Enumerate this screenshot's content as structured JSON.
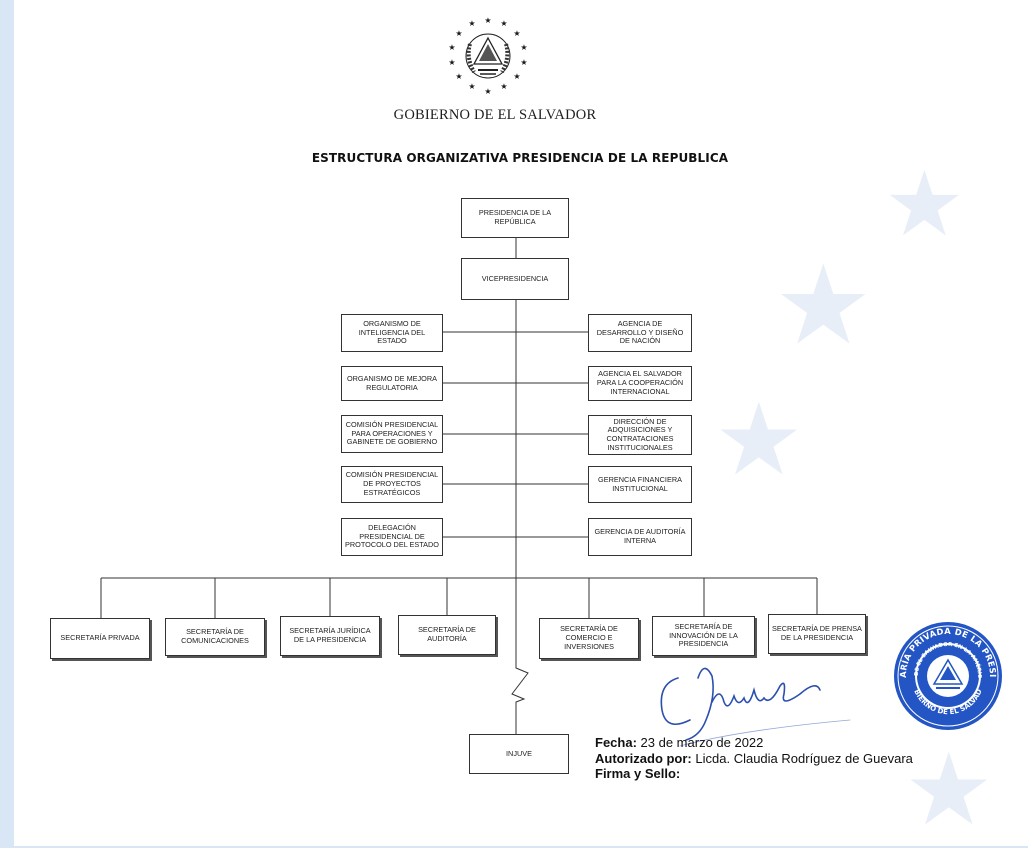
{
  "header": {
    "government": "GOBIERNO DE EL SALVADOR",
    "title": "ESTRUCTURA ORGANIZATIVA PRESIDENCIA DE LA REPUBLICA"
  },
  "org": {
    "presidency": "PRESIDENCIA DE LA REPÚBLICA",
    "vice": "VICEPRESIDENCIA",
    "left_units": [
      "ORGANISMO DE INTELIGENCIA DEL ESTADO",
      "ORGANISMO DE MEJORA REGULATORIA",
      "COMISIÓN PRESIDENCIAL PARA OPERACIONES Y GABINETE DE GOBIERNO",
      "COMISIÓN PRESIDENCIAL DE PROYECTOS ESTRATÉGICOS",
      "DELEGACIÓN PRESIDENCIAL DE PROTOCOLO DEL ESTADO"
    ],
    "right_units": [
      "AGENCIA DE DESARROLLO Y DISEÑO DE NACIÓN",
      "AGENCIA EL SALVADOR PARA LA COOPERACIÓN INTERNACIONAL",
      "DIRECCIÓN DE ADQUISICIONES Y CONTRATACIONES INSTITUCIONALES",
      "GERENCIA FINANCIERA INSTITUCIONAL",
      "GERENCIA DE AUDITORÍA INTERNA"
    ],
    "secretariats": [
      "SECRETARÍA PRIVADA",
      "SECRETARÍA DE COMUNICACIONES",
      "SECRETARÍA JURÍDICA DE LA PRESIDENCIA",
      "SECRETARÍA DE AUDITORÍA",
      "SECRETARÍA DE COMERCIO E INVERSIONES",
      "SECRETARÍA DE INNOVACIÓN DE LA PRESIDENCIA",
      "SECRETARÍA DE PRENSA DE LA PRESIDENCIA"
    ],
    "injuve": "INJUVE"
  },
  "approval": {
    "fecha_label": "Fecha:",
    "fecha_value": "23 de marzo de 2022",
    "autorizado_label": "Autorizado por:",
    "autorizado_value": "Licda. Claudia Rodríguez de Guevara",
    "firma_label": "Firma y Sello:"
  },
  "seal": {
    "outer_text": "SECRETARÍA PRIVADA DE LA PRESIDENCIA",
    "inner_text": "REPÚBLICA DE EL SALVADOR EN LA AMÉRICA CENTRAL",
    "bottom_text": "GOBIERNO DE EL SALVADOR"
  },
  "colors": {
    "seal_blue": "#1f4fb3",
    "signature_blue": "#2a4fae",
    "background": "#d8e6f5",
    "ink": "#222222"
  }
}
